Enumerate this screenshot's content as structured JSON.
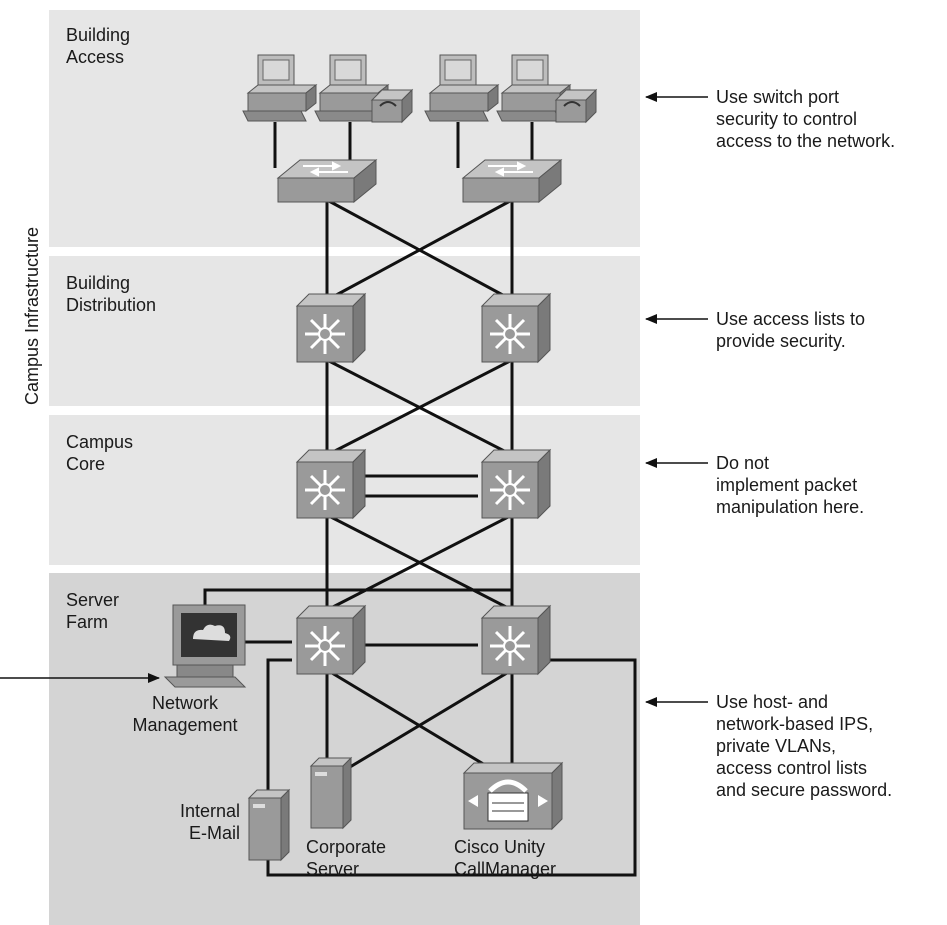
{
  "sidebar_label": "Campus Infrastructure",
  "layers": [
    {
      "name": "Building\nAccess",
      "note": "Use switch port\nsecurity to control\naccess to the network."
    },
    {
      "name": "Building\nDistribution",
      "note": "Use access lists to\nprovide security."
    },
    {
      "name": "Campus\nCore",
      "note": "Do not\nimplement packet\nmanipulation here."
    },
    {
      "name": "Server\nFarm",
      "note": "Use host- and\nnetwork-based IPS,\nprivate VLANs,\naccess control lists\nand secure password."
    }
  ],
  "devices": {
    "network_management": "Network\nManagement",
    "internal_email": "Internal\nE-Mail",
    "corporate_server": "Corporate\nServer",
    "cisco_unity": "Cisco Unity\nCallManager"
  },
  "colors": {
    "band_light": "#e6e6e6",
    "band_dark": "#d4d4d4",
    "device_face": "#9a9a9a",
    "device_top": "#c4c4c4",
    "device_side": "#7a7a7a",
    "link": "#111111"
  }
}
